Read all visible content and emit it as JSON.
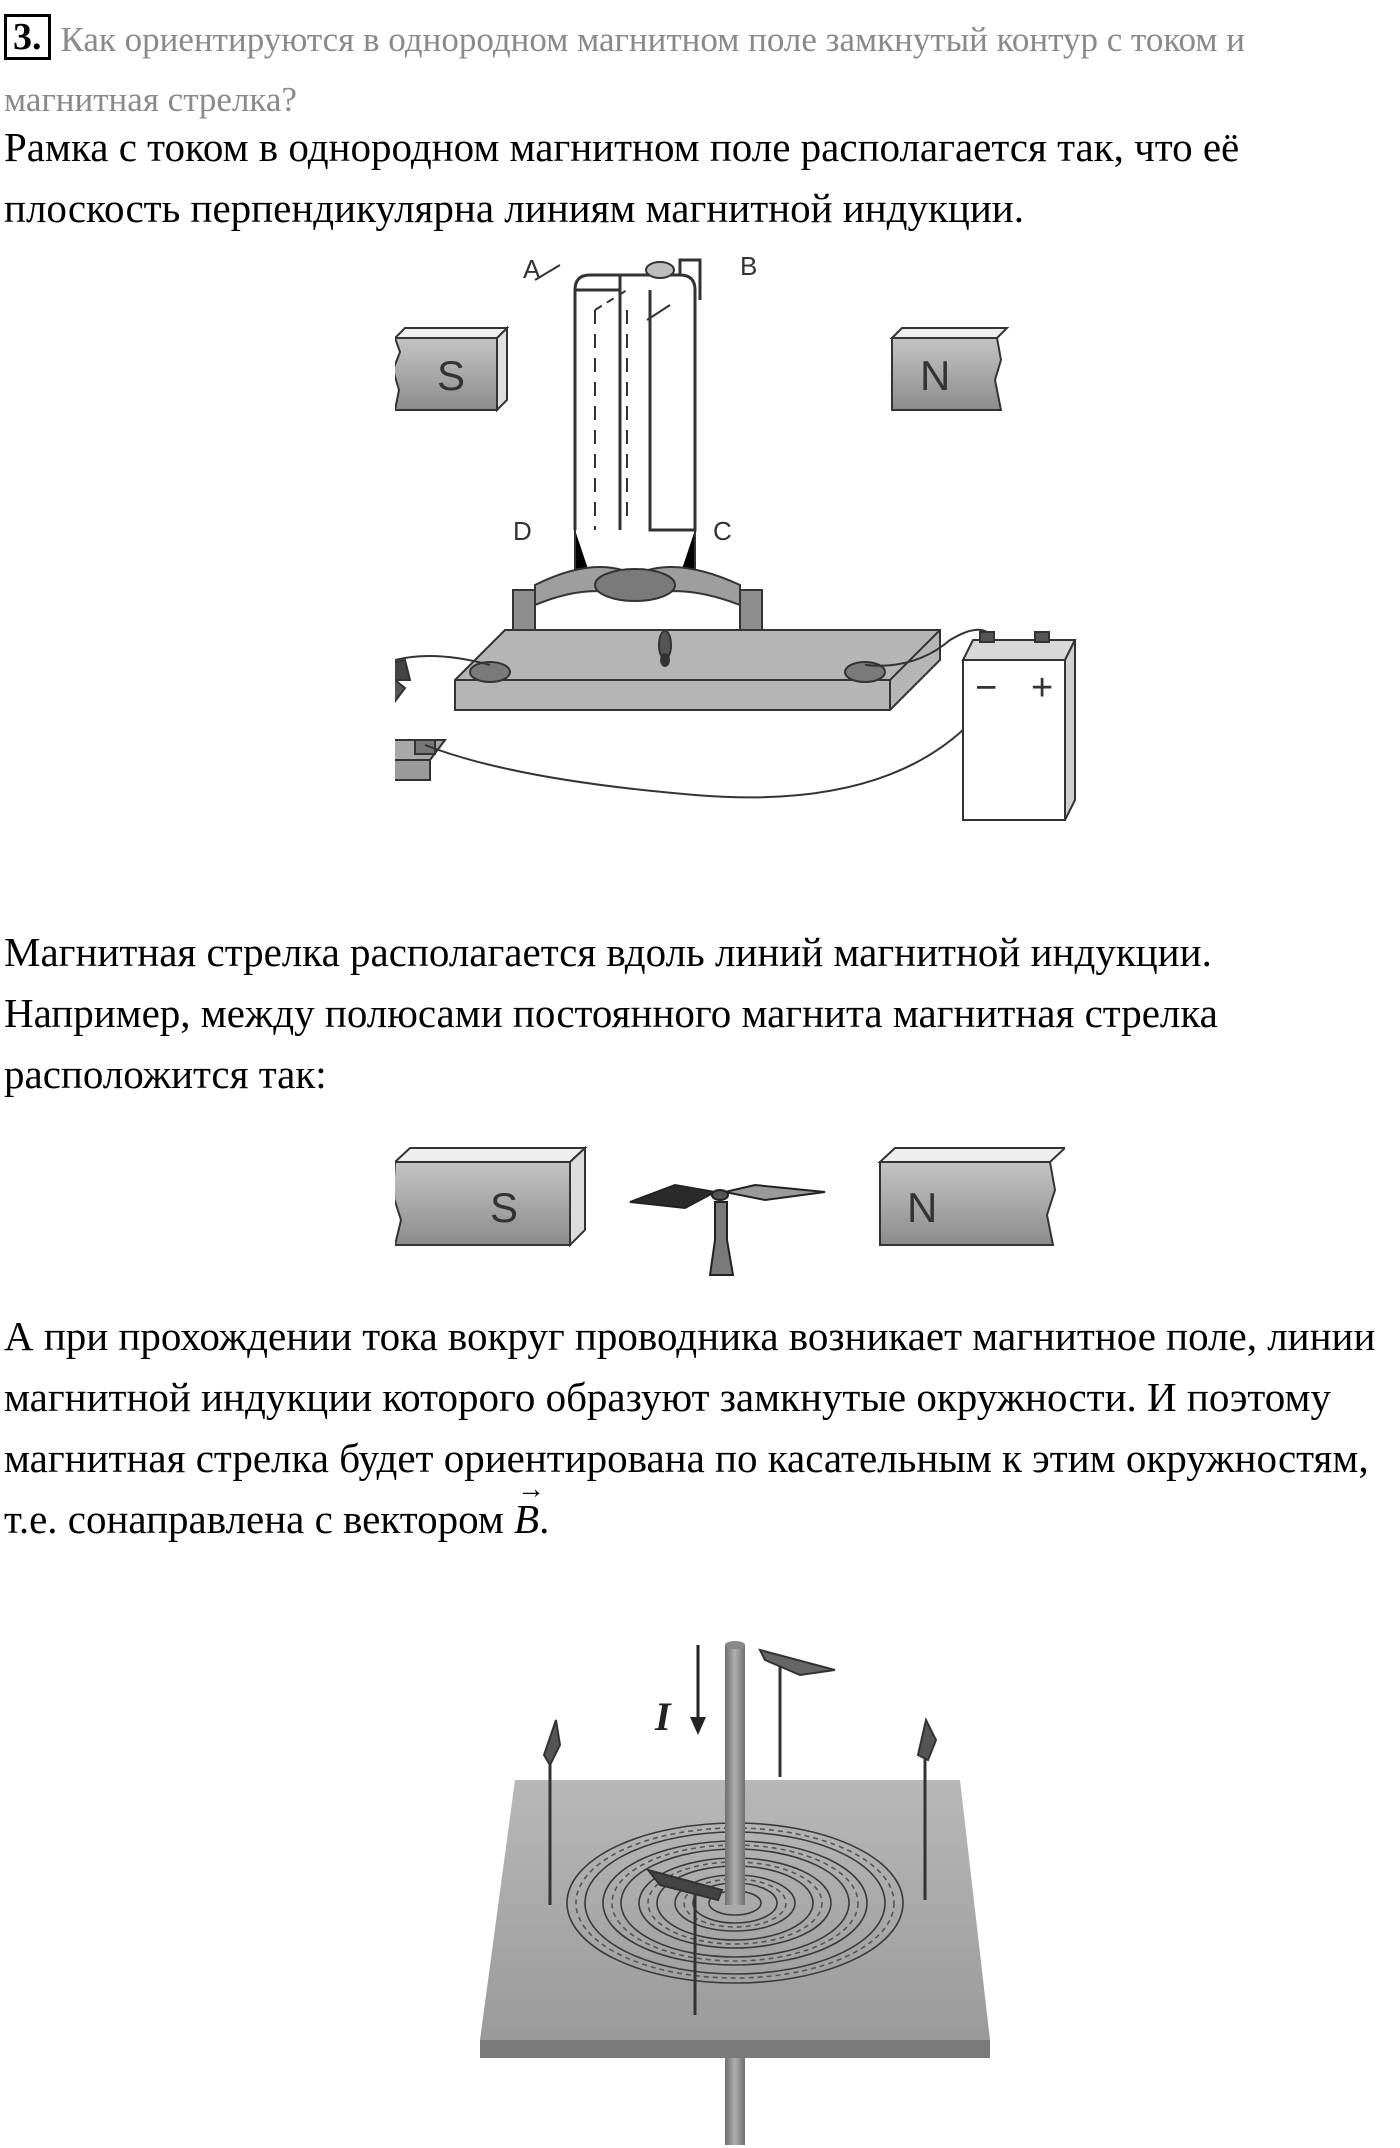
{
  "question": {
    "number": "3.",
    "text": "Как ориентируются в однородном магнитном поле замкнутый контур с током и магнитная стрелка?"
  },
  "answer": {
    "p1": "Рамка с током в однородном магнитном поле располагается так, что её плоскость перпендикулярна линиям магнитной индукции.",
    "p2": "Магнитная стрелка располагается вдоль линий магнитной индукции. Например, между полюсами постоянного магнита магнитная стрелка расположится так:",
    "p3_text": "А при прохождении тока вокруг проводника возникает магнитное поле, линии магнитной индукции которого образуют замкнутые окружности. И поэтому магнитная стрелка будет ориентирована по касательным к этим окружностям, т.е. сонаправлена с вектором ",
    "p3_vector": "B",
    "p3_end": "."
  },
  "figure1": {
    "pole_left": "S",
    "pole_right": "N",
    "point_a": "A",
    "point_b": "B",
    "point_c": "C",
    "point_d": "D",
    "battery_minus": "−",
    "battery_plus": "+"
  },
  "figure2": {
    "pole_left": "S",
    "pole_right": "N"
  },
  "figure3": {
    "current_label": "I"
  }
}
